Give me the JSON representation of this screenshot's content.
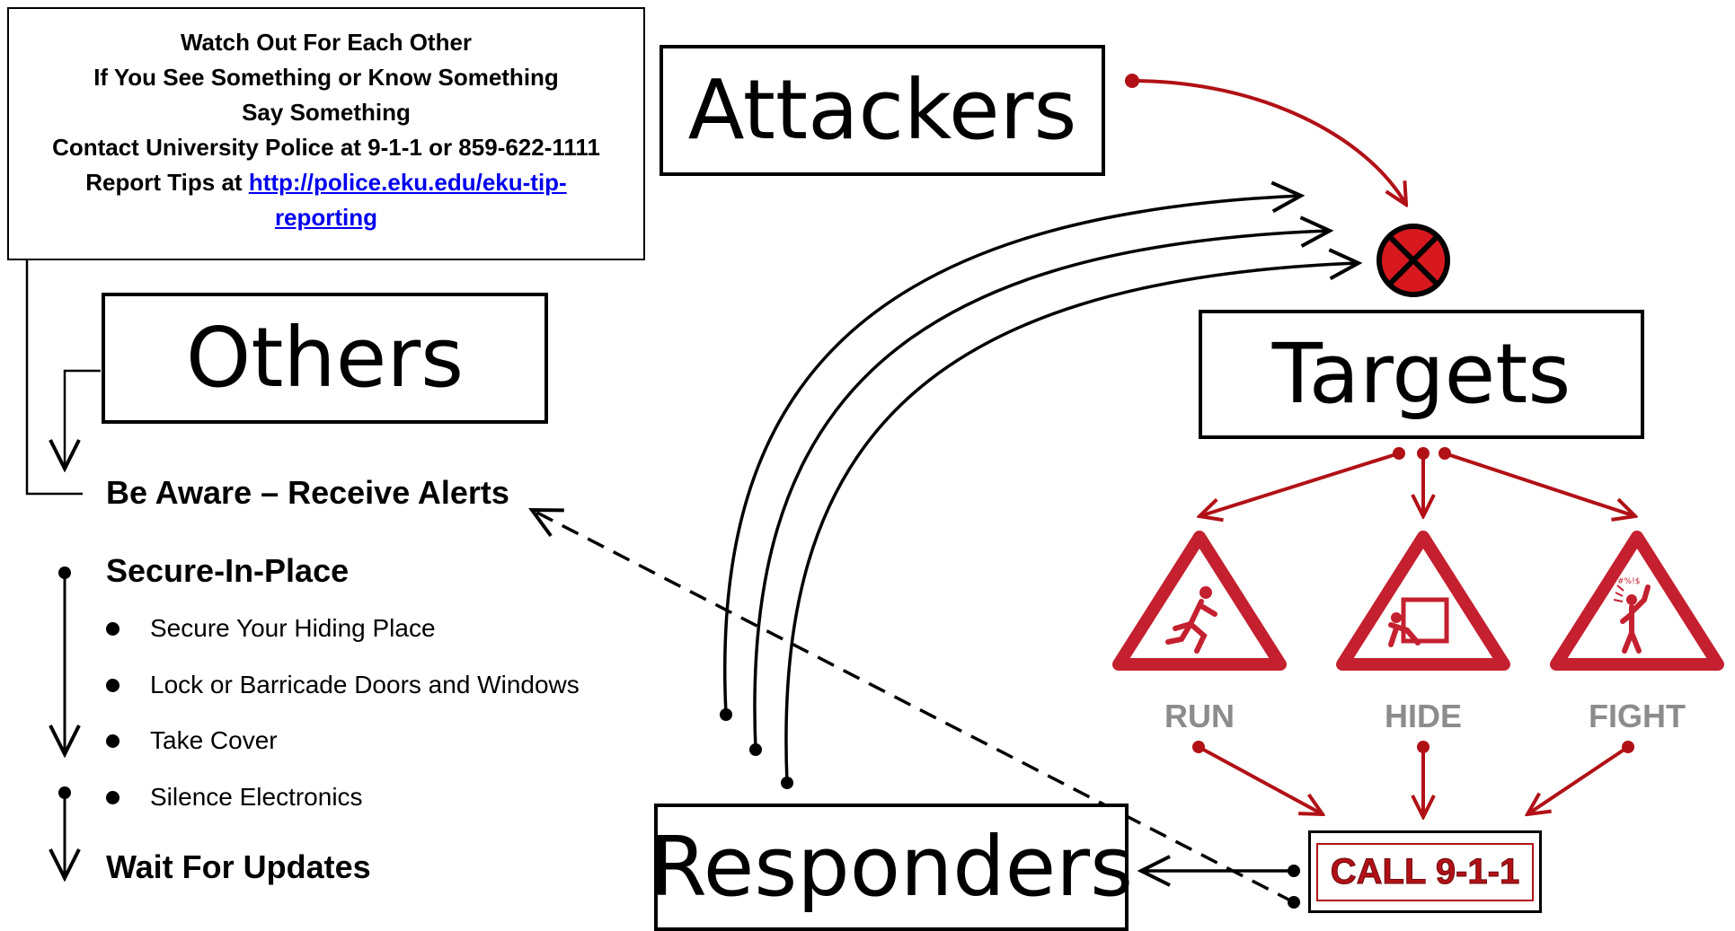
{
  "info_box": {
    "line1": "Watch Out For Each Other",
    "line2": "If You See Something or Know Something",
    "line3": "Say Something",
    "line4": "Contact University Police at 9-1-1 or 859-622-1111",
    "line5_prefix": "Report Tips at ",
    "link_line1": "http://police.eku.edu/eku-tip-",
    "link_line2": "reporting"
  },
  "nodes": {
    "attackers": "Attackers",
    "targets": "Targets",
    "others": "Others",
    "responders": "Responders"
  },
  "left_panel": {
    "be_aware": "Be Aware – Receive Alerts",
    "secure_in_place": "Secure-In-Place",
    "items": [
      "Secure Your Hiding Place",
      "Lock or Barricade Doors and Windows",
      "Take Cover",
      "Silence Electronics"
    ],
    "wait": "Wait For Updates"
  },
  "actions": {
    "run": "RUN",
    "hide": "HIDE",
    "fight": "FIGHT"
  },
  "call": "CALL 9-1-1",
  "colors": {
    "accent_red": "#b11116",
    "icon_red": "#c4202f",
    "label_gray": "#8c8c8c",
    "link_blue": "#0000ee"
  }
}
